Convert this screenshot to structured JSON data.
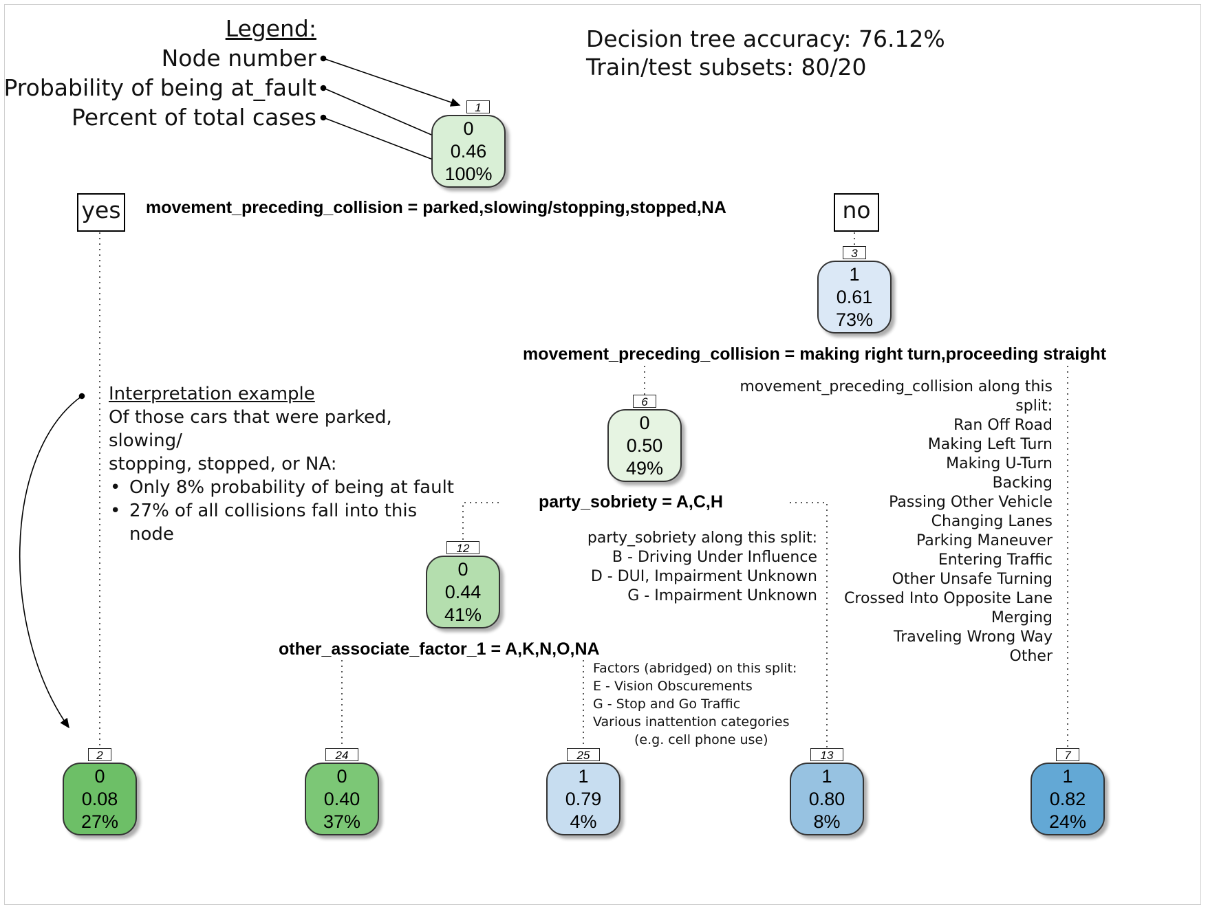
{
  "legend": {
    "title": "Legend:",
    "items": [
      "Node number",
      "Probability of being at_fault",
      "Percent of total cases"
    ]
  },
  "accuracy": {
    "line1": "Decision tree accuracy: 76.12%",
    "line2": "Train/test subsets: 80/20"
  },
  "branch_labels": {
    "yes": "yes",
    "no": "no"
  },
  "nodes": [
    {
      "id": "1",
      "class": "0",
      "prob": "0.46",
      "pct": "100%",
      "color": "#d9efd6"
    },
    {
      "id": "3",
      "class": "1",
      "prob": "0.61",
      "pct": "73%",
      "color": "#dbe8f6"
    },
    {
      "id": "6",
      "class": "0",
      "prob": "0.50",
      "pct": "49%",
      "color": "#e6f4e2"
    },
    {
      "id": "12",
      "class": "0",
      "prob": "0.44",
      "pct": "41%",
      "color": "#b4deae"
    },
    {
      "id": "2",
      "class": "0",
      "prob": "0.08",
      "pct": "27%",
      "color": "#6dbf67"
    },
    {
      "id": "24",
      "class": "0",
      "prob": "0.40",
      "pct": "37%",
      "color": "#7cc776"
    },
    {
      "id": "25",
      "class": "1",
      "prob": "0.79",
      "pct": "4%",
      "color": "#c7ddf0"
    },
    {
      "id": "13",
      "class": "1",
      "prob": "0.80",
      "pct": "8%",
      "color": "#97c2e1"
    },
    {
      "id": "7",
      "class": "1",
      "prob": "0.82",
      "pct": "24%",
      "color": "#63a8d5"
    }
  ],
  "splits": {
    "root": "movement_preceding_collision = parked,slowing/stopping,stopped,NA",
    "node3": "movement_preceding_collision = making right turn,proceeding straight",
    "node6": "party_sobriety = A,C,H",
    "node12": "other_associate_factor_1 = A,K,N,O,NA"
  },
  "interpretation": {
    "title": "Interpretation example",
    "line1": "Of those cars that were parked, slowing/",
    "line2": "stopping, stopped, or NA:",
    "bullets": [
      "Only 8% probability of being at fault",
      "27% of all collisions fall into this node"
    ]
  },
  "movement_note": {
    "title": "movement_preceding_collision along this split:",
    "items": [
      "Ran Off Road",
      "Making Left Turn",
      "Making U-Turn",
      "Backing",
      "Passing Other Vehicle",
      "Changing Lanes",
      "Parking Maneuver",
      "Entering Traffic",
      "Other Unsafe Turning",
      "Crossed Into Opposite Lane",
      "Merging",
      "Traveling Wrong Way",
      "Other"
    ]
  },
  "sobriety_note": {
    "title": "party_sobriety along this split:",
    "items": [
      "B - Driving Under Influence",
      "D - DUI, Impairment Unknown",
      "G - Impairment Unknown"
    ]
  },
  "factors_note": {
    "title": "Factors (abridged) on this split:",
    "items": [
      "E - Vision Obscurements",
      "G - Stop and Go Traffic",
      "Various inattention categories",
      "(e.g. cell phone use)"
    ]
  }
}
